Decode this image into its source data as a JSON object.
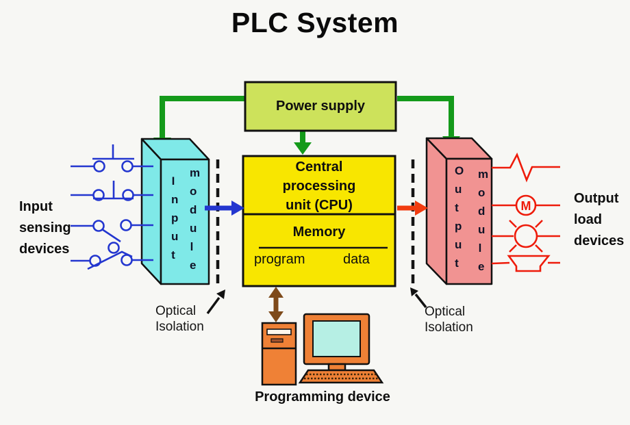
{
  "title": "PLC System",
  "blocks": {
    "power_supply": "Power supply",
    "cpu": {
      "lines": [
        "Central",
        "processing",
        "unit (CPU)"
      ],
      "memory": "Memory",
      "program": "program",
      "data": "data"
    },
    "input_module": {
      "word1": "Input",
      "word2": "module"
    },
    "output_module": {
      "word1": "Output",
      "word2": "module"
    }
  },
  "labels": {
    "input_devices": [
      "Input",
      "sensing",
      "devices"
    ],
    "output_devices": [
      "Output",
      "load",
      "devices"
    ],
    "optical_isolation": [
      "Optical",
      "Isolation"
    ],
    "programming_device": "Programming device"
  },
  "symbols": {
    "motor_letter": "M",
    "input_icons": [
      "no-pushbutton-switch",
      "nc-pushbutton-switch",
      "selector-switch",
      "limit-switch"
    ],
    "output_icons": [
      "heater-element",
      "motor",
      "lamp",
      "horn"
    ]
  },
  "colors": {
    "power_supply_fill": "#cde25b",
    "cpu_fill": "#f8e600",
    "input_module_fill": "#7fe9e8",
    "output_module_fill": "#f19392",
    "green_arrow": "#149a1a",
    "blue": "#2336cf",
    "red": "#ee1b0a",
    "red_arrow": "#f13c10",
    "brown_arrow": "#7e4a1a",
    "computer_orange": "#ef8136",
    "screen_fill": "#b6efe4",
    "background": "#f7f7f4"
  }
}
